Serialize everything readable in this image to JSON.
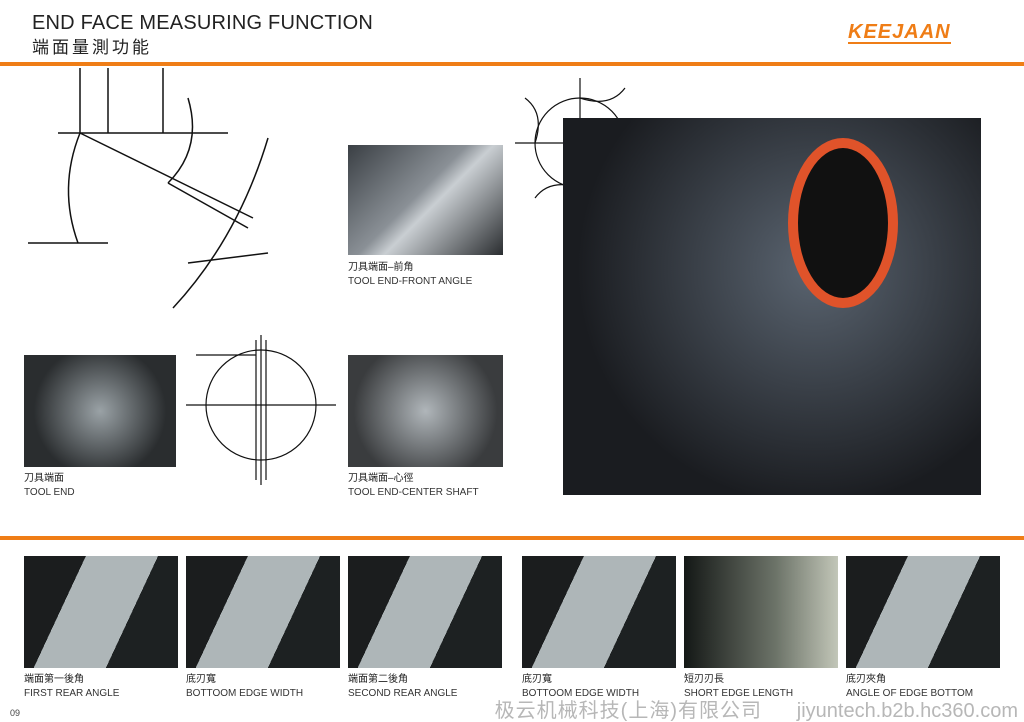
{
  "header": {
    "title": "END FACE MEASURING FUNCTION",
    "subtitle": "端面量測功能",
    "logo": "KEEJAAN"
  },
  "figures": [
    {
      "cn": "刀具端面–前角",
      "en": "TOOL END-FRONT ANGLE"
    },
    {
      "cn": "刀具端面",
      "en": "TOOL END"
    },
    {
      "cn": "刀具端面–心徑",
      "en": "TOOL END-CENTER SHAFT"
    }
  ],
  "bottom": [
    {
      "cn": "端面第一後角",
      "en": "FIRST REAR ANGLE"
    },
    {
      "cn": "底刃寬",
      "en": "BOTTOOM EDGE WIDTH"
    },
    {
      "cn": "端面第二後角",
      "en": "SECOND REAR ANGLE"
    },
    {
      "cn": "底刃寬",
      "en": "BOTTOOM EDGE WIDTH"
    },
    {
      "cn": "短刃刃長",
      "en": "SHORT EDGE LENGTH"
    },
    {
      "cn": "底刃夾角",
      "en": "ANGLE OF EDGE BOTTOM"
    }
  ],
  "page_number": "09",
  "watermark": {
    "company": "极云机械科技(上海)有限公司",
    "url": "jiyuntech.b2b.hc360.com"
  },
  "colors": {
    "accent": "#ef7d16"
  }
}
